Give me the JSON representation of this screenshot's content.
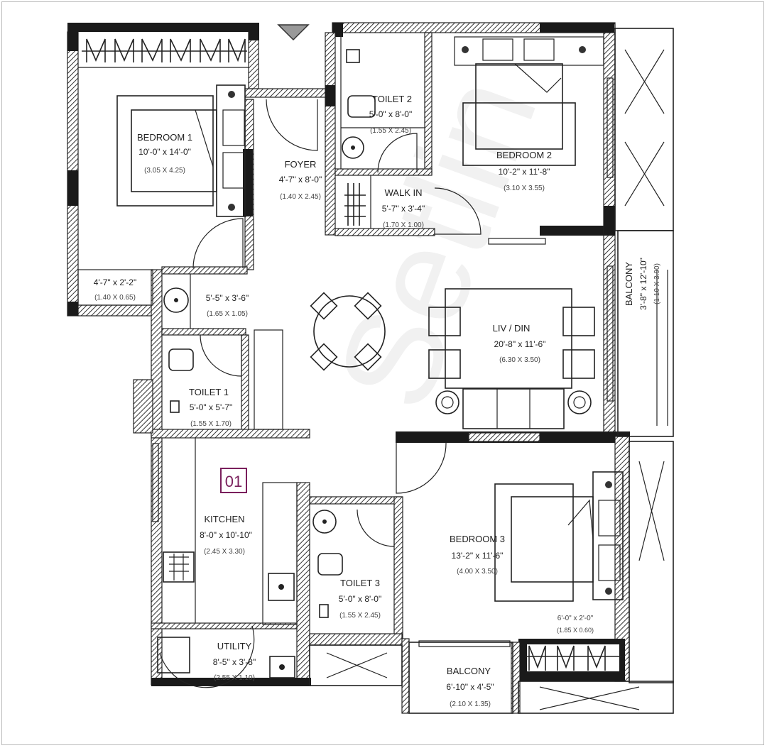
{
  "watermark": "Setlin",
  "unit_label": "01",
  "rooms": {
    "bedroom1": {
      "name": "BEDROOM 1",
      "dim_ft": "10'-0\" x 14'-0\"",
      "dim_m": "(3.05 X 4.25)"
    },
    "dress1": {
      "dim_ft": "4'-7\" x 2'-2\"",
      "dim_m": "(1.40 X 0.65)"
    },
    "foyer": {
      "name": "FOYER",
      "dim_ft": "4'-7\" x 8'-0\"",
      "dim_m": "(1.40 X 2.45)"
    },
    "toilet2": {
      "name": "TOILET 2",
      "dim_ft": "5'-0\" x 8'-0\"",
      "dim_m": "(1.55 X 2.45)"
    },
    "walkin": {
      "name": "WALK IN",
      "dim_ft": "5'-7\" x 3'-4\"",
      "dim_m": "(1.70 X 1.00)"
    },
    "bedroom2": {
      "name": "BEDROOM 2",
      "dim_ft": "10'-2\" x 11'-8\"",
      "dim_m": "(3.10 X 3.55)"
    },
    "passage": {
      "dim_ft": "5'-5\" x 3'-6\"",
      "dim_m": "(1.65 X 1.05)"
    },
    "toilet1": {
      "name": "TOILET 1",
      "dim_ft": "5'-0\" x 5'-7\"",
      "dim_m": "(1.55 X 1.70)"
    },
    "livdin": {
      "name": "LIV / DIN",
      "dim_ft": "20'-8\" x 11'-6\"",
      "dim_m": "(6.30 X 3.50)"
    },
    "balcony_right": {
      "name": "BALCONY",
      "dim_ft": "3'-8\" x 12'-10\"",
      "dim_m": "(1.10 X 3.90)"
    },
    "kitchen": {
      "name": "KITCHEN",
      "dim_ft": "8'-0\" x 10'-10\"",
      "dim_m": "(2.45 X 3.30)"
    },
    "toilet3": {
      "name": "TOILET 3",
      "dim_ft": "5'-0\" x 8'-0\"",
      "dim_m": "(1.55 X 2.45)"
    },
    "bedroom3": {
      "name": "BEDROOM 3",
      "dim_ft": "13'-2\" x 11'-6\"",
      "dim_m": "(4.00 X 3.50)"
    },
    "dress3": {
      "dim_ft": "6'-0\" x 2'-0\"",
      "dim_m": "(1.85 X 0.60)"
    },
    "utility": {
      "name": "UTILITY",
      "dim_ft": "8'-5\" x 3'-8\"",
      "dim_m": "(2.55 X 1.10)"
    },
    "balcony_bottom": {
      "name": "BALCONY",
      "dim_ft": "6'-10\" x 4'-5\"",
      "dim_m": "(2.10 X 1.35)"
    }
  },
  "colors": {
    "wall": "#1a1a1a",
    "unit_label": "#7a1f5c",
    "background": "#ffffff"
  },
  "icons": [
    "entrance-arrow-icon",
    "door-swing-icon",
    "toilet-icon",
    "washbasin-icon",
    "bed-icon",
    "sofa-icon",
    "dining-table-icon",
    "wardrobe-icon",
    "stove-icon",
    "sink-icon"
  ]
}
